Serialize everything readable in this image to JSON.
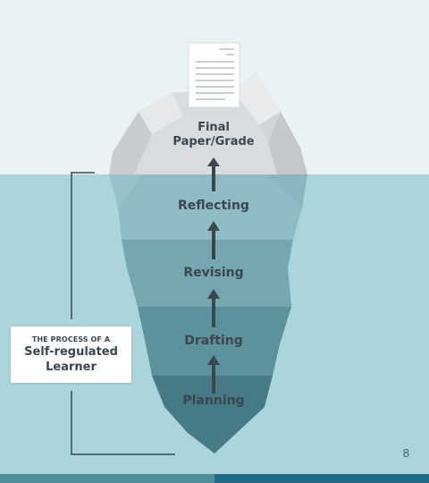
{
  "stages": {
    "top": [
      "Final",
      "Paper/Grade"
    ],
    "reflecting": "Reflecting",
    "revising": "Revising",
    "drafting": "Drafting",
    "planning": "Planning"
  },
  "callout": {
    "small_text": "THE PROCESS OF A",
    "title_line1": "Self-regulated",
    "title_line2": "Learner"
  },
  "page_number": "8",
  "colors": {
    "sky": "#e9f2f4",
    "water": "#abd5dc",
    "ice_light": "#dcdfe1",
    "band_reflecting": "#8fbcc4",
    "band_revising": "#76a7b0",
    "band_drafting": "#5c929c",
    "band_planning": "#467b85",
    "text": "#3b4650",
    "footer_left": "#4d8e9b",
    "footer_right": "#1f6c8a"
  },
  "icons": [
    "document-icon",
    "up-arrow-icon"
  ]
}
